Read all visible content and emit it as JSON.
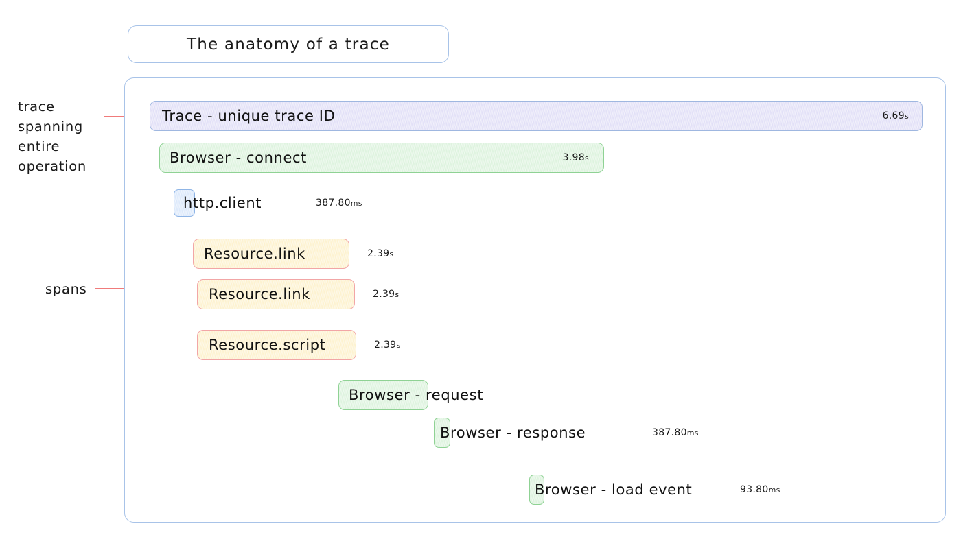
{
  "title": {
    "text": "The anatomy of a trace"
  },
  "annotations": [
    {
      "id": "trace-annotation",
      "text": "trace spanning entire operation"
    },
    {
      "id": "spans-annotation",
      "text": "spans"
    }
  ],
  "annotation_text": {
    "trace": "trace spanning entire operation",
    "spans": "spans"
  },
  "colors": {
    "container_border": "#a8c3e8",
    "trace_fill": "#e2e0f7",
    "trace_border": "#9fb7e0",
    "browser_fill": "#ddf3de",
    "browser_border": "#8fd294",
    "http_fill": "#dce9fb",
    "http_border": "#8fb5e6",
    "resource_fill": "#fdf2cf",
    "resource_border": "#f2a6a6",
    "leader_line": "#f07b7b"
  },
  "spans": [
    {
      "name": "Trace - unique trace ID",
      "duration_value": "6.69",
      "duration_unit": "s",
      "duration_inside": true,
      "kind": "trace"
    },
    {
      "name": "Browser - connect",
      "duration_value": "3.98",
      "duration_unit": "s",
      "duration_inside": true,
      "kind": "browser"
    },
    {
      "name": "http.client",
      "duration_value": "387.80",
      "duration_unit": "ms",
      "duration_inside": false,
      "kind": "http"
    },
    {
      "name": "Resource.link",
      "duration_value": "2.39",
      "duration_unit": "s",
      "duration_inside": false,
      "kind": "resource"
    },
    {
      "name": "Resource.link",
      "duration_value": "2.39",
      "duration_unit": "s",
      "duration_inside": false,
      "kind": "resource"
    },
    {
      "name": "Resource.script",
      "duration_value": "2.39",
      "duration_unit": "s",
      "duration_inside": false,
      "kind": "resource"
    },
    {
      "name": "Browser - request",
      "duration_value": "",
      "duration_unit": "",
      "duration_inside": false,
      "kind": "browser"
    },
    {
      "name": "Browser - response",
      "duration_value": "387.80",
      "duration_unit": "ms",
      "duration_inside": false,
      "kind": "browser"
    },
    {
      "name": "Browser - load event",
      "duration_value": "93.80",
      "duration_unit": "ms",
      "duration_inside": false,
      "kind": "browser"
    }
  ]
}
